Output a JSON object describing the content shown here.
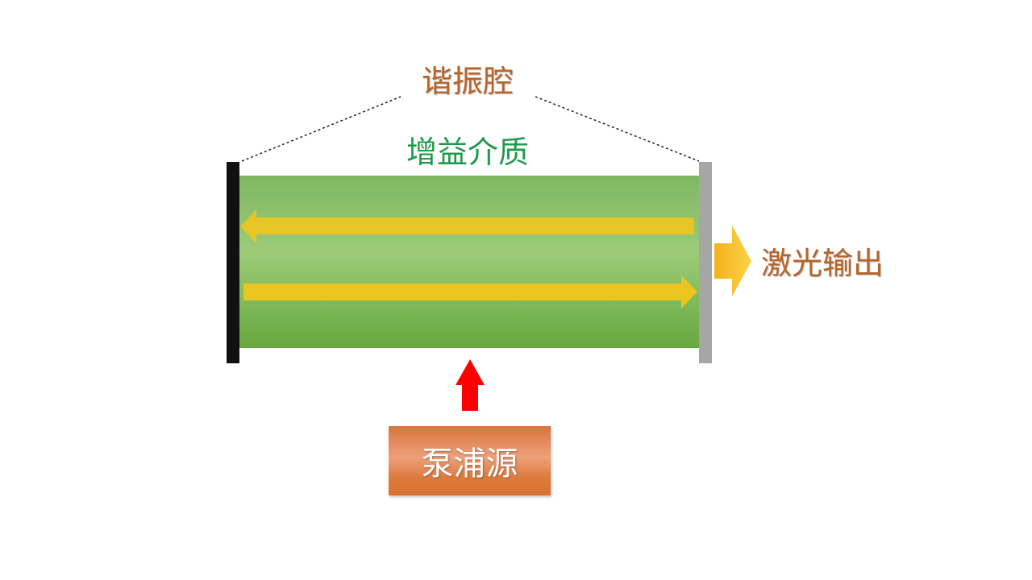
{
  "diagram": {
    "resonator_label": "谐振腔",
    "gain_medium_label": "增益介质",
    "laser_output_label": "激光输出",
    "pump_source_label": "泵浦源"
  },
  "colors": {
    "gain_medium_top": "#7fb862",
    "gain_medium_mid": "#9ccb78",
    "gain_medium_bottom": "#66a83f",
    "beam_arrow": "#f5c518",
    "pump_arrow": "#ff0000",
    "left_mirror": "#111111",
    "right_mirror": "#a6a6a6",
    "resonator_text": "#b5652a",
    "gain_text": "#1f9a4a",
    "pump_box": "#e07a3c"
  },
  "icons": {
    "left_mirror": "total-reflector-mirror",
    "right_mirror": "partial-reflector-mirror",
    "beam_left": "arrow-left-icon",
    "beam_right": "arrow-right-icon",
    "output": "arrow-right-icon",
    "pump": "arrow-up-icon"
  }
}
